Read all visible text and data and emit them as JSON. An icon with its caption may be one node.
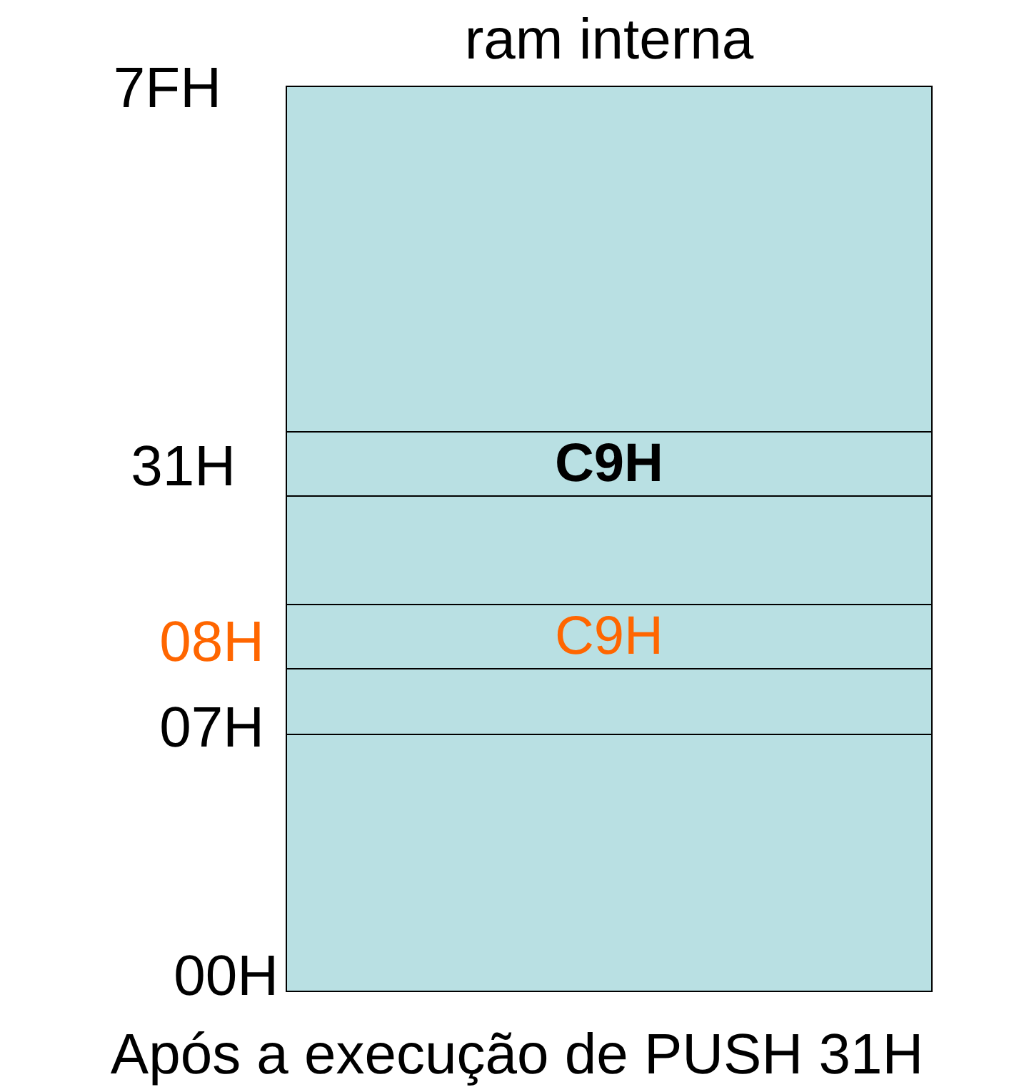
{
  "diagram": {
    "caption": "Após a execução de PUSH 31H",
    "nodes": [
      {
        "text": [
          "ram interna"
        ]
      },
      {
        "text": [
          "C9H"
        ],
        "in": 0
      },
      {
        "text": [
          "C9H"
        ],
        "in": 0
      }
    ],
    "labels": [
      "7FH",
      "31H",
      "08H",
      "07H",
      "00H"
    ]
  }
}
